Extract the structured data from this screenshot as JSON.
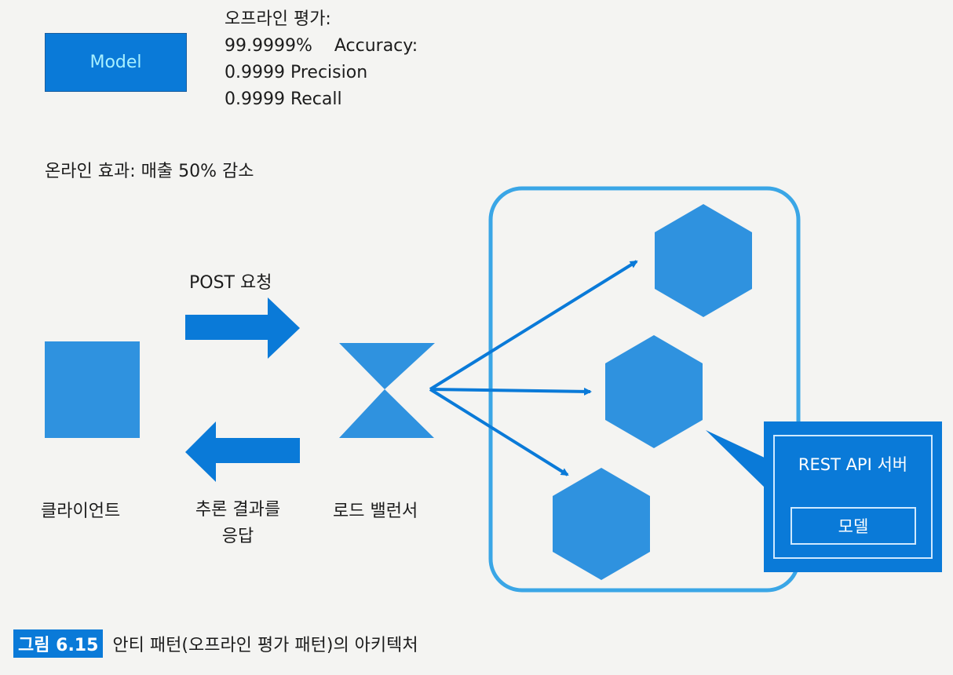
{
  "model_label": "Model",
  "offline_eval": {
    "title": "오프라인 평가:",
    "line1": "99.9999%    Accuracy:",
    "line2": "0.9999 Precision",
    "line3": "0.9999 Recall"
  },
  "online_effect": "온라인 효과: 매출 50% 감소",
  "post_request": "POST 요청",
  "client": "클라이언트",
  "response_line1": "추론 결과를",
  "response_line2": "응답",
  "load_balancer": "로드 밸런서",
  "rest_api_server": "REST API 서버",
  "model_ko": "모델",
  "caption": {
    "number": "그림 6.15",
    "text": "안티 패턴(오프라인 평가 패턴)의 아키텍처"
  },
  "colors": {
    "primary_blue": "#0a7ad8",
    "light_blue_frame": "#3aa6e6",
    "shape_blue": "#2f92df"
  }
}
